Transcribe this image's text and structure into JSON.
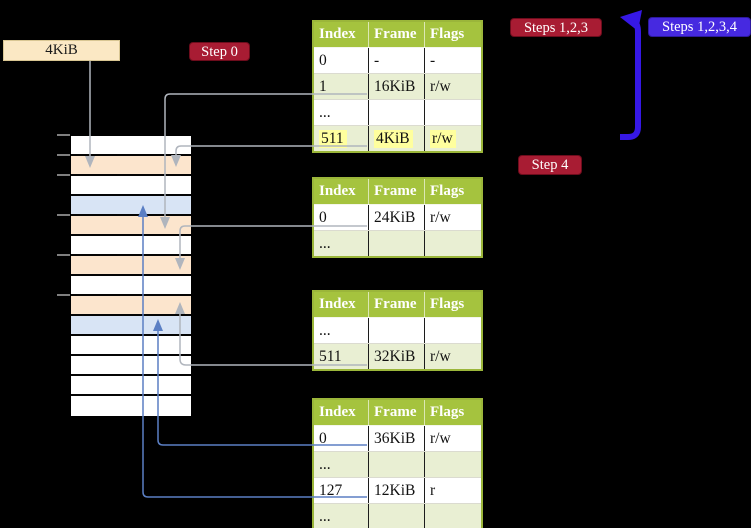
{
  "colors": {
    "background": "#000000",
    "table_header_bg": "#a5c33e",
    "table_row_alt_bg": "#e9efd3",
    "table_border": "#9bb63a",
    "highlight": "#ffff9e",
    "mem_white": "#ffffff",
    "mem_peach": "#fce5cd",
    "mem_blue": "#d8e4f5",
    "label_bg": "#fbe8c4",
    "label_border": "#d9c693",
    "badge_red": "#a81c33",
    "badge_blue": "#4629e0",
    "arrow_gray": "#b0b5bd",
    "arrow_blue": "#5b7fc4",
    "arrow_big_blue": "#3618e6"
  },
  "frame_label": {
    "text": "4KiB"
  },
  "badges": {
    "step0": {
      "text": "Step 0"
    },
    "steps123": {
      "text": "Steps 1,2,3"
    },
    "steps1234": {
      "text": "Steps 1,2,3,4"
    },
    "step4": {
      "text": "Step 4"
    }
  },
  "memory": {
    "rows": [
      "white",
      "peach",
      "white",
      "blue",
      "peach",
      "white",
      "peach",
      "white",
      "peach",
      "blue",
      "white",
      "white",
      "white",
      "white"
    ]
  },
  "tables": [
    {
      "name": "page-table-1",
      "header": [
        "Index",
        "Frame",
        "Flags"
      ],
      "rows": [
        {
          "cells": [
            "0",
            "-",
            "-"
          ],
          "shaded": false,
          "highlight": false
        },
        {
          "cells": [
            "1",
            "16KiB",
            "r/w"
          ],
          "shaded": true,
          "highlight": false
        },
        {
          "cells": [
            "...",
            "",
            ""
          ],
          "shaded": false,
          "highlight": false
        },
        {
          "cells": [
            "511",
            "4KiB",
            "r/w"
          ],
          "shaded": true,
          "highlight": true
        }
      ]
    },
    {
      "name": "page-table-2",
      "header": [
        "Index",
        "Frame",
        "Flags"
      ],
      "rows": [
        {
          "cells": [
            "0",
            "24KiB",
            "r/w"
          ],
          "shaded": false,
          "highlight": false
        },
        {
          "cells": [
            "...",
            "",
            ""
          ],
          "shaded": true,
          "highlight": false
        }
      ]
    },
    {
      "name": "page-table-3",
      "header": [
        "Index",
        "Frame",
        "Flags"
      ],
      "rows": [
        {
          "cells": [
            "...",
            "",
            ""
          ],
          "shaded": false,
          "highlight": false
        },
        {
          "cells": [
            "511",
            "32KiB",
            "r/w"
          ],
          "shaded": true,
          "highlight": false
        }
      ]
    },
    {
      "name": "page-table-4",
      "header": [
        "Index",
        "Frame",
        "Flags"
      ],
      "rows": [
        {
          "cells": [
            "0",
            "36KiB",
            "r/w"
          ],
          "shaded": false,
          "highlight": false
        },
        {
          "cells": [
            "...",
            "",
            ""
          ],
          "shaded": true,
          "highlight": false
        },
        {
          "cells": [
            "127",
            "12KiB",
            "r"
          ],
          "shaded": false,
          "highlight": false
        },
        {
          "cells": [
            "...",
            "",
            ""
          ],
          "shaded": true,
          "highlight": false
        }
      ]
    }
  ]
}
